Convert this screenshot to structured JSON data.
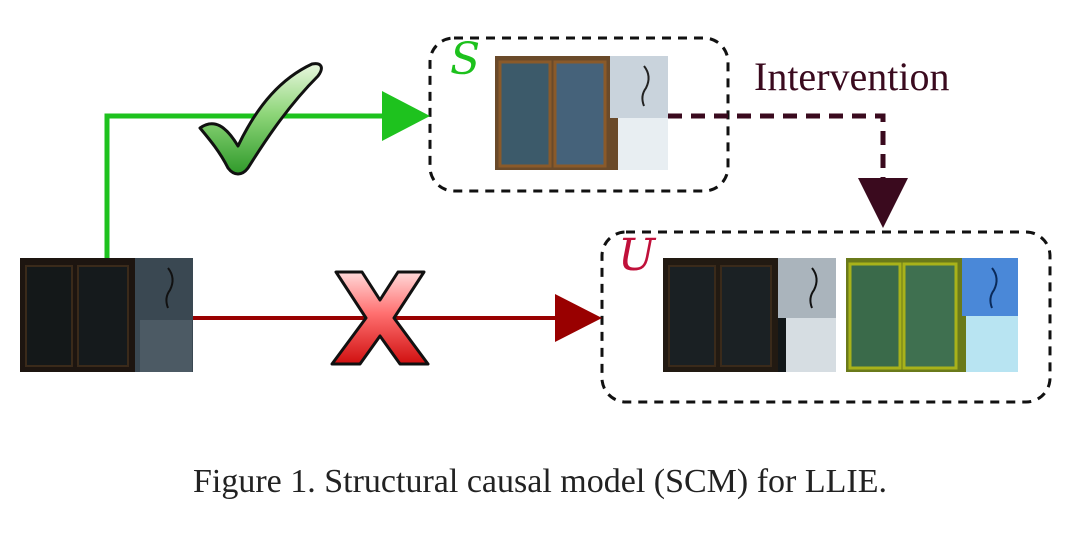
{
  "labels": {
    "safe_set": "S",
    "unsafe_set": "U",
    "intervention": "Intervention"
  },
  "caption": "Figure 1. Structural causal model (SCM) for LLIE.",
  "colors": {
    "green_arrow": "#1ec21e",
    "red_arrow": "#990000",
    "intervention_arrow": "#3a0a1e",
    "safe_label": "#1dc11d",
    "unsafe_label": "#c0103a",
    "intervention_text": "#3a0a1e"
  },
  "icons": {
    "valid_path": "checkmark-icon",
    "invalid_path": "cross-icon"
  }
}
